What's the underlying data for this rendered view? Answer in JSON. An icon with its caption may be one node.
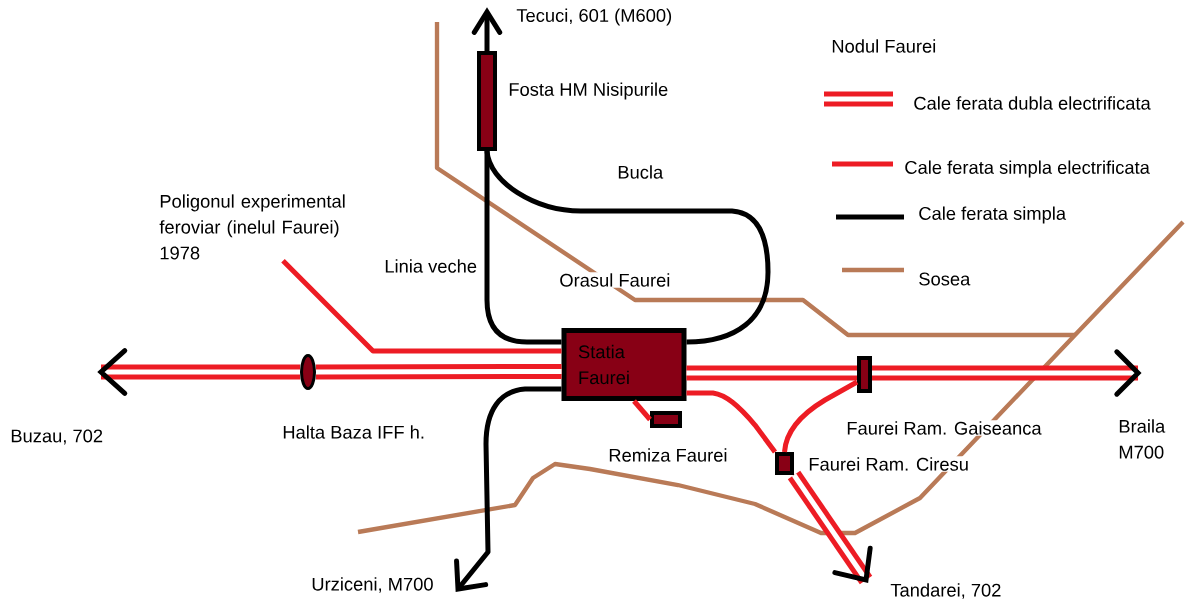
{
  "diagram": {
    "title": "Nodul Faurei",
    "nodes": [
      {
        "text": [],
        "shape": "box",
        "beside": [
          "Fosta HM Nisipurile"
        ]
      },
      {
        "text": [
          "Poligonul experimental feroviar (inelul Faurei) 1978"
        ]
      },
      {
        "text": [],
        "shape": "ellipse",
        "beside": [
          "Halta Baza IFF h."
        ]
      },
      {
        "text": [
          "Statia Faurei"
        ]
      },
      {
        "text": [],
        "shape": "box",
        "beside": [
          "Faurei Ram. Gaiseanca"
        ]
      },
      {
        "text": [],
        "shape": "box",
        "beside": [
          "Remiza Faurei"
        ]
      },
      {
        "text": [],
        "shape": "box",
        "beside": [
          "Faurei Ram. Ciresu"
        ]
      }
    ],
    "edges": [
      {
        "from": 0,
        "to": null,
        "arrow": "to",
        "color": "#000000"
      },
      {
        "from": 0,
        "to": 3,
        "arrow": "none",
        "label": "Linia veche",
        "color": "#000000"
      },
      {
        "from": 0,
        "to": 3,
        "arrow": "none",
        "label": "Bucla",
        "color": "#000000"
      },
      {
        "from": 1,
        "to": 3,
        "arrow": "none"
      },
      {
        "from": 3,
        "to": 2,
        "arrow": "none",
        "style": "thick"
      },
      {
        "from": 2,
        "to": null,
        "arrow": "to",
        "style": "thick"
      },
      {
        "from": 3,
        "to": null,
        "arrow": "to",
        "color": "#000000"
      },
      {
        "from": 3,
        "to": 5,
        "arrow": "none"
      },
      {
        "from": 3,
        "to": 6,
        "arrow": "none"
      },
      {
        "from": 3,
        "to": 4,
        "arrow": "none",
        "style": "thick"
      },
      {
        "from": 6,
        "to": 4,
        "arrow": "none"
      },
      {
        "from": 4,
        "to": null,
        "arrow": "to",
        "style": "thick"
      },
      {
        "from": 6,
        "to": null,
        "arrow": "to",
        "style": "thick"
      }
    ],
    "labels": [
      "Tecuci, 601 (M600)",
      "Orasul Faurei",
      "Buzau, 702",
      "Braila M700",
      "Urziceni, M700",
      "Tandarei, 702"
    ],
    "legend": [
      {
        "text": "Cale ferata dubla electrificata"
      },
      {
        "text": "Cale ferata simpla electrificata"
      },
      {
        "text": "Cale ferata simpla"
      },
      {
        "text": "Sosea"
      }
    ]
  }
}
